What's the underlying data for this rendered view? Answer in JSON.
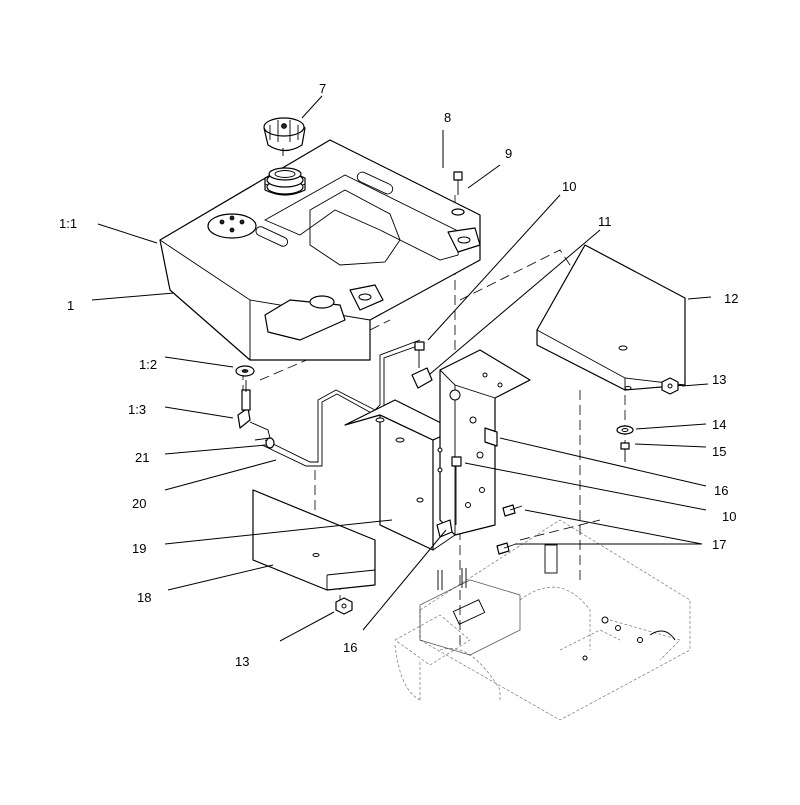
{
  "callouts": {
    "c7": "7",
    "c8": "8",
    "c9": "9",
    "c10a": "10",
    "c11": "11",
    "c1_1": "1:1",
    "c12": "12",
    "c1": "1",
    "c1_2": "1:2",
    "c13a": "13",
    "c1_3": "1:3",
    "c14": "14",
    "c15": "15",
    "c21": "21",
    "c16a": "16",
    "c20": "20",
    "c10b": "10",
    "c19": "19",
    "c17": "17",
    "c18": "18",
    "c16b": "16",
    "c13b": "13"
  }
}
